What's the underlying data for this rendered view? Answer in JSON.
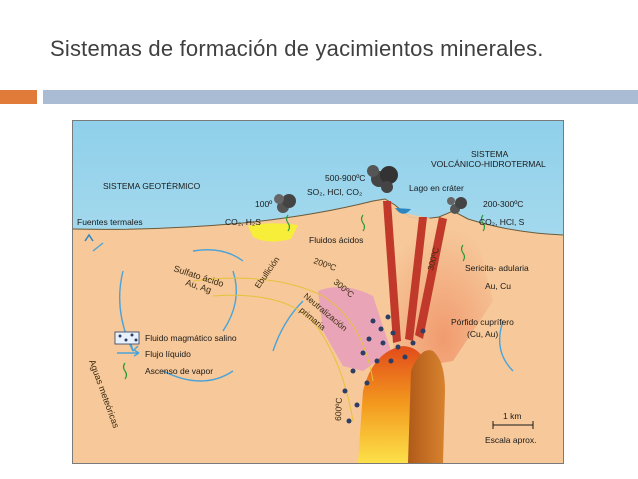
{
  "slide": {
    "title": "Sistemas de formación de yacimientos minerales."
  },
  "diagram": {
    "labels": {
      "geothermal_system": "SISTEMA GEOTÉRMICO",
      "volcanic_system_line1": "SISTEMA",
      "volcanic_system_line2": "VOLCÁNICO-HIDROTERMAL",
      "hot_springs": "Fuentes termales",
      "temp_100": "100º",
      "gas_co2_h2s": "CO₂, H₂S",
      "acid_fluids": "Fluidos ácidos",
      "temp_500_900": "500-900ºC",
      "gas_so2_hcl_co2": "SO₂, HCl, CO₂",
      "crater_lake": "Lago en cráter",
      "temp_200_300": "200-300ºC",
      "gas_co2_hcl_s": "CO₂, HCl, S",
      "acid_sulfate": "Sulfato ácido",
      "acid_sulfate_metals": "Au, Ag",
      "boiling": "Ebullición",
      "temp_200": "200ºC",
      "temp_300_left": "300ºC",
      "temp_300_right": "300ºC",
      "primary_neutralization_1": "Neutralización",
      "primary_neutralization_2": "primaria",
      "sericite_adularia": "Sericita- adularia",
      "sericite_metals": "Au, Cu",
      "porphyry_1": "Pórfido cuprífero",
      "porphyry_2": "(Cu, Au)",
      "temp_600": "600ºC",
      "meteoric_water": "Aguas meteóricas",
      "scale_value": "1 km",
      "scale_caption": "Escala aprox."
    },
    "legend": [
      {
        "icon": "saline-magmatic-fluid-icon",
        "label": "Fluido magmático salino"
      },
      {
        "icon": "liquid-flow-arrow-icon",
        "label": "Flujo líquido"
      },
      {
        "icon": "vapor-rise-icon",
        "label": "Ascenso de vapor"
      }
    ],
    "colors": {
      "sky": "#aedcef",
      "ground": "#f6c89a",
      "vapor_zone": "#f4b183",
      "neutralization": "#e8a3b8",
      "magma": "#e88a1a",
      "conduit": "#c0392b",
      "acid_fluid": "#f7ee3a",
      "lake": "#2e86c1",
      "arrows": "#4aa3d8"
    }
  }
}
